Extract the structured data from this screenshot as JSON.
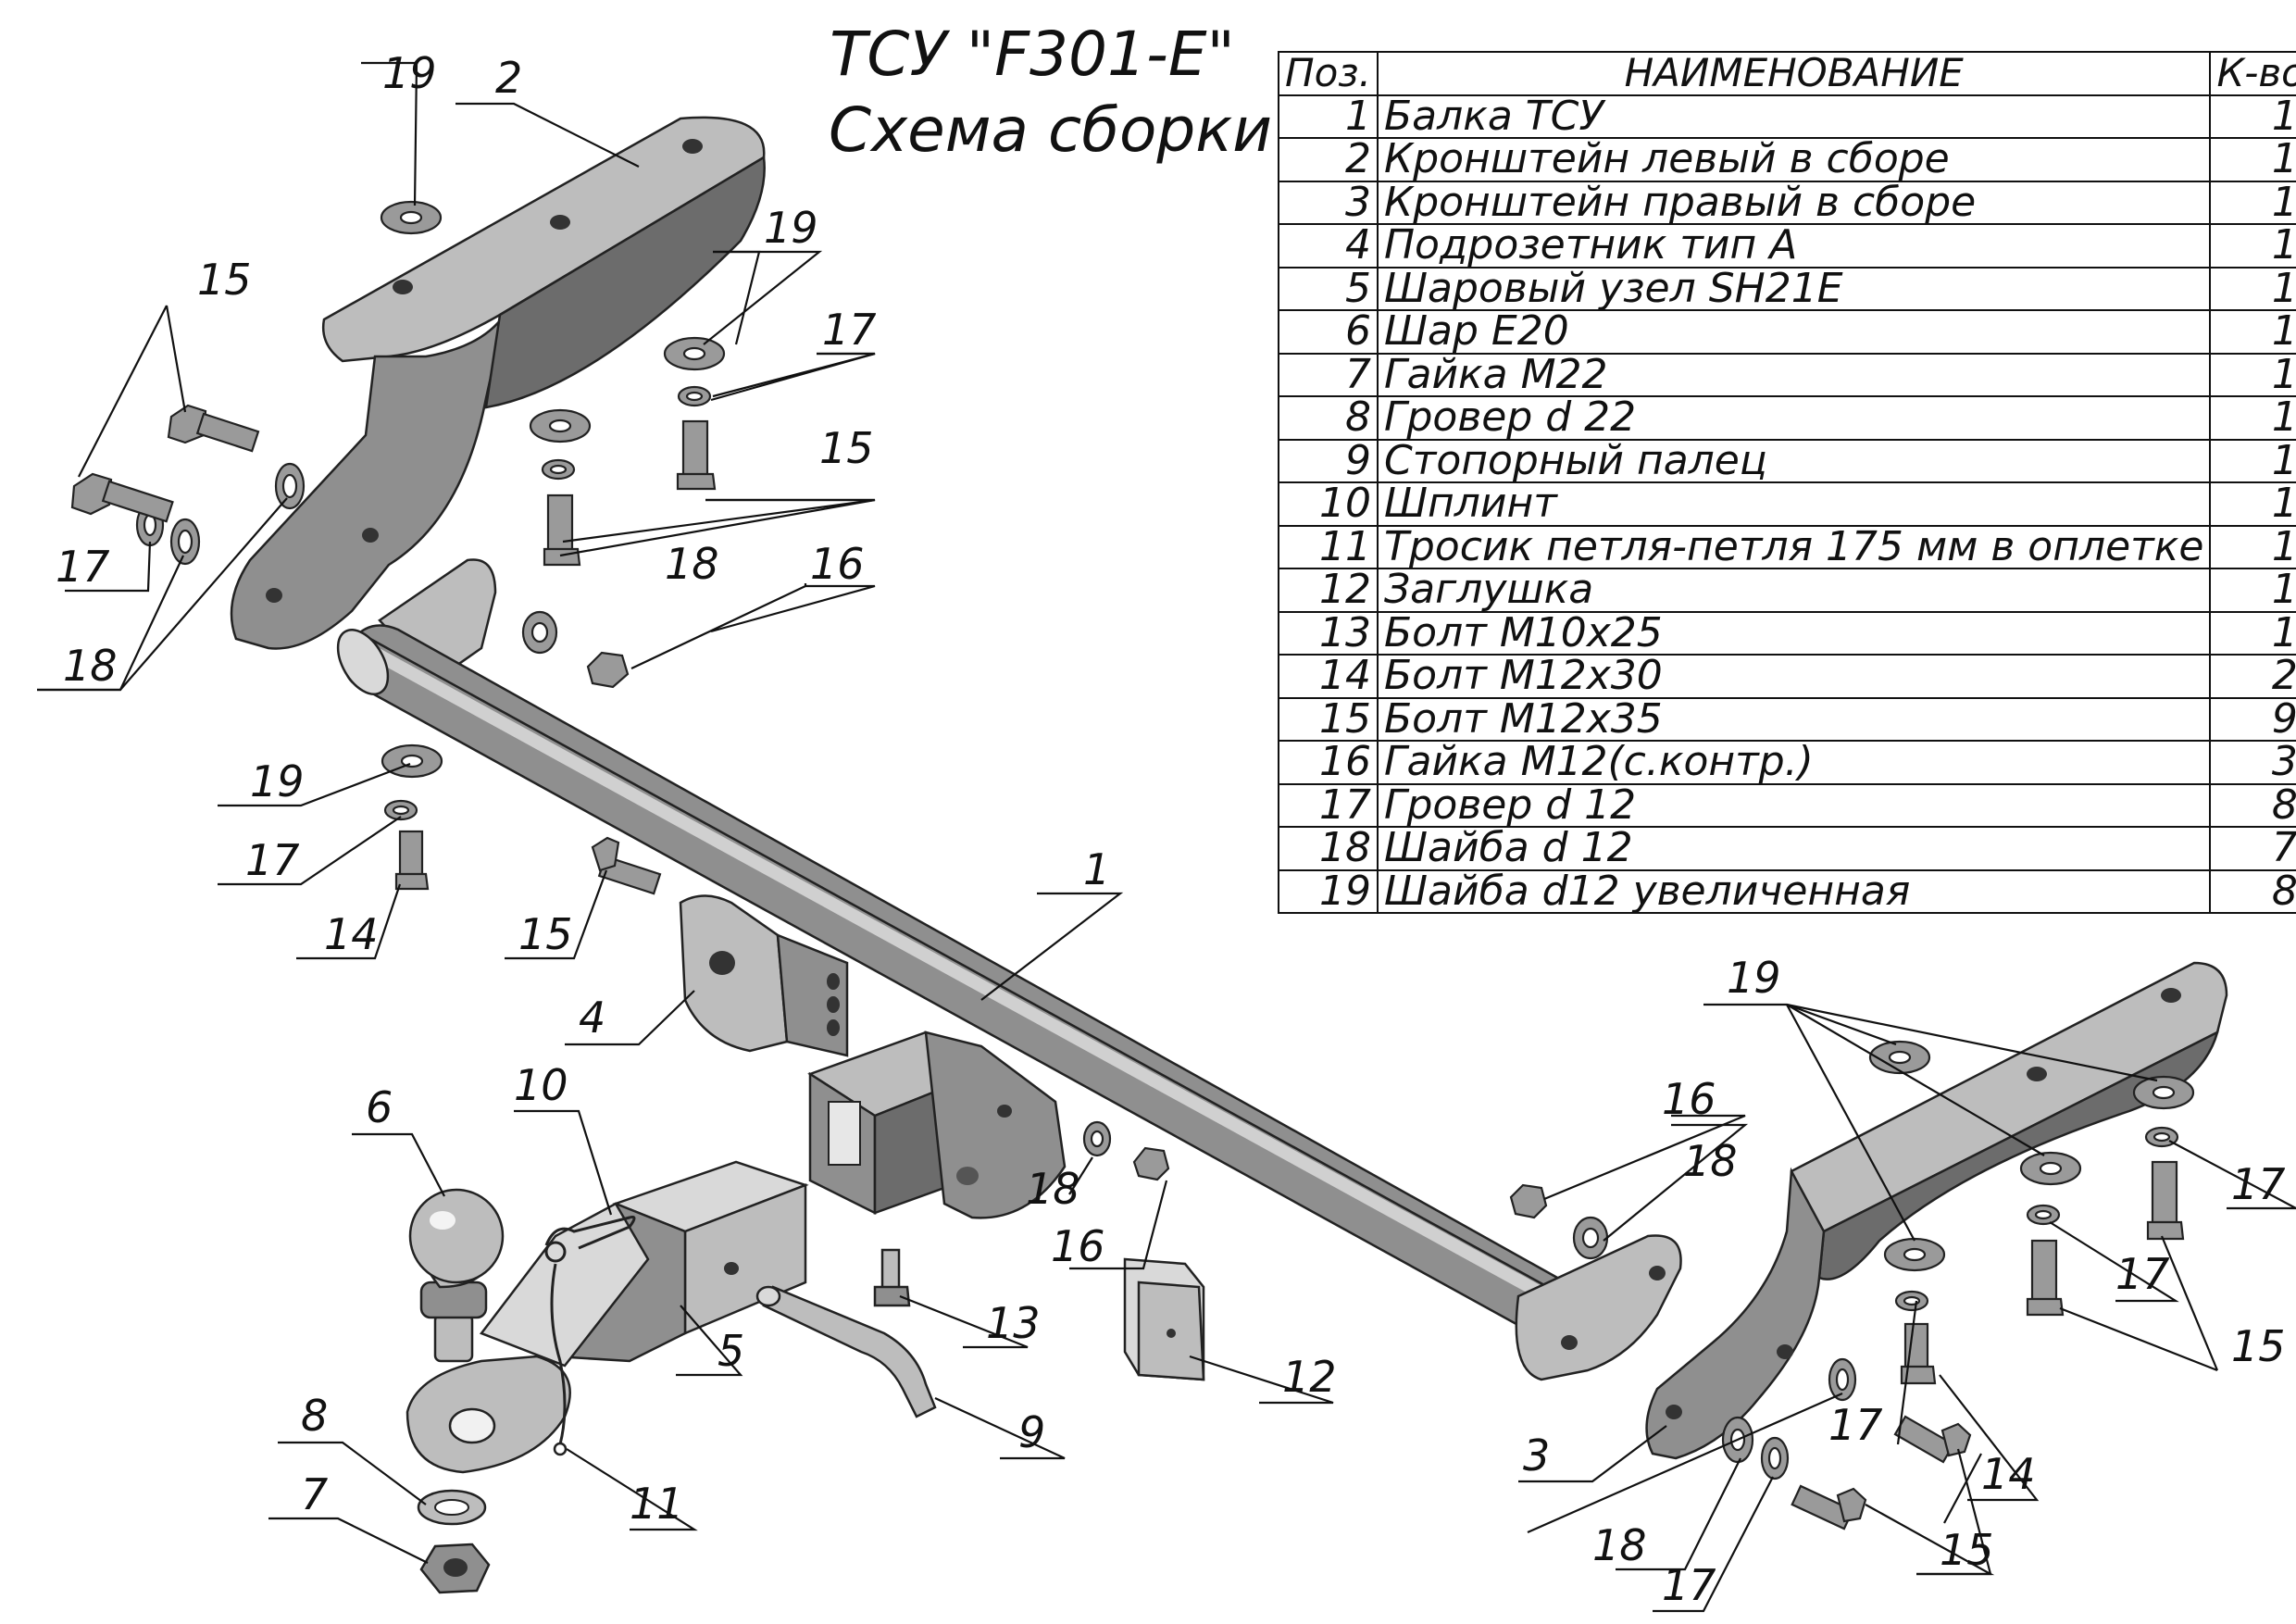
{
  "title": {
    "line1": "ТСУ \"F301-E\"",
    "line2": "Схема сборки"
  },
  "bom": {
    "headers": {
      "pos": "Поз.",
      "name": "НАИМЕНОВАНИЕ",
      "qty": "К-во"
    },
    "rows": [
      {
        "pos": "1",
        "name": "Балка ТСУ",
        "qty": "1"
      },
      {
        "pos": "2",
        "name": "Кронштейн левый в сборе",
        "qty": "1"
      },
      {
        "pos": "3",
        "name": "Кронштейн правый в сборе",
        "qty": "1"
      },
      {
        "pos": "4",
        "name": "Подрозетник тип А",
        "qty": "1"
      },
      {
        "pos": "5",
        "name": "Шаровый узел SH21E",
        "qty": "1"
      },
      {
        "pos": "6",
        "name": "Шар Е20",
        "qty": "1"
      },
      {
        "pos": "7",
        "name": "Гайка М22",
        "qty": "1"
      },
      {
        "pos": "8",
        "name": "Гровер d 22",
        "qty": "1"
      },
      {
        "pos": "9",
        "name": "Стопорный палец",
        "qty": "1"
      },
      {
        "pos": "10",
        "name": "Шплинт",
        "qty": "1"
      },
      {
        "pos": "11",
        "name": "Тросик петля-петля 175 мм в оплетке",
        "qty": "1"
      },
      {
        "pos": "12",
        "name": "Заглушка",
        "qty": "1"
      },
      {
        "pos": "13",
        "name": "Болт М10х25",
        "qty": "1"
      },
      {
        "pos": "14",
        "name": "Болт М12х30",
        "qty": "2"
      },
      {
        "pos": "15",
        "name": "Болт М12х35",
        "qty": "9"
      },
      {
        "pos": "16",
        "name": "Гайка М12(с.контр.)",
        "qty": "3"
      },
      {
        "pos": "17",
        "name": "Гровер d 12",
        "qty": "8"
      },
      {
        "pos": "18",
        "name": "Шайба d 12",
        "qty": "7"
      },
      {
        "pos": "19",
        "name": "Шайба d12 увеличенная",
        "qty": "8"
      }
    ]
  },
  "callouts": {
    "c1": "1",
    "c2": "2",
    "c3": "3",
    "c4": "4",
    "c5": "5",
    "c6": "6",
    "c7": "7",
    "c8": "8",
    "c9": "9",
    "c10": "10",
    "c11": "11",
    "c12": "12",
    "c13": "13",
    "c14a": "14",
    "c14b": "14",
    "c15a": "15",
    "c15b": "15",
    "c15c": "15",
    "c15d": "15",
    "c15e": "15",
    "c16a": "16",
    "c16b": "16",
    "c16c": "16",
    "c17a": "17",
    "c17b": "17",
    "c17c": "17",
    "c17d": "17",
    "c17e": "17",
    "c17f": "17",
    "c17g": "17",
    "c18a": "18",
    "c18b": "18",
    "c18c": "18",
    "c18d": "18",
    "c18e": "18",
    "c19a": "19",
    "c19b": "19",
    "c19c": "19",
    "c19d": "19"
  }
}
